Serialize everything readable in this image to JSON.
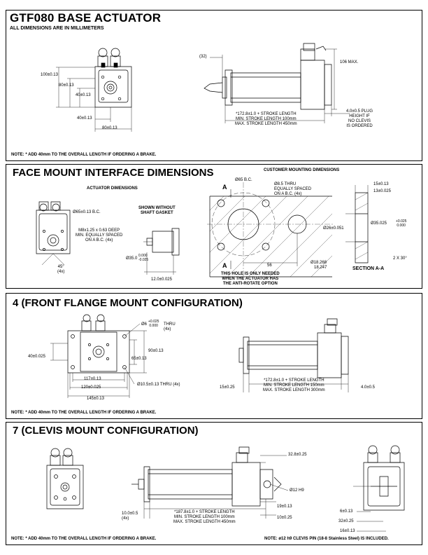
{
  "title": "GTF080 BASE ACTUATOR",
  "subtitle": "ALL DIMENSIONS ARE IN MILLIMETERS",
  "base": {
    "dim_100": "100±0.13",
    "dim_80_v": "80±0.13",
    "dim_40_v": "40±0.13",
    "dim_40_h": "40±0.13",
    "dim_80_h": "80±0.13",
    "dim_32": "(32)",
    "dim_106": "106 MAX.",
    "stroke_text": "*172.8±1.0 + STROKE LENGTH\nMIN. STROKE LENGTH 100mm\nMAX. STROKE LENGTH 450mm",
    "plug_text": "4.0±0.5 PLUG\nHEIGHT IF\nNO CLEVIS\nIS ORDERED",
    "note": "NOTE: * ADD 40mm TO THE OVERALL LENGTH IF ORDERING A BRAKE."
  },
  "face": {
    "title": "FACE MOUNT INTERFACE DIMENSIONS",
    "actuator_dims_label": "ACTUATOR DIMENSIONS",
    "customer_dims_label": "CUSTOMER MOUNTING DIMENSIONS",
    "bc65": "Ø65±0.13 B.C.",
    "m8": "M8x1.25 x 0.63 DEEP\nMIN. EQUALLY SPACED\nON A B.C. (4x)",
    "angle": "45°\n(4x)",
    "shown_without": "SHOWN WITHOUT\nSHAFT GASKET",
    "dia35": "Ø35.0",
    "dia35_tol": "0.000\n-0.025",
    "dim12": "12.0±0.025",
    "bc65_customer": "Ø65 B.C.",
    "thru": "Ø8.5 THRU\nEQUALLY SPACED\nON A B.C. (4x)",
    "section_a_1": "A",
    "section_a_2": "A",
    "dim56": "56",
    "dia18": "Ø18.268\n   18.247",
    "hole_note": "THIS HOLE IS ONLY NEEDED\nWHEN THE ACTUATOR HAS\nTHE ANTI-ROTATE OPTION",
    "dim15": "15±0.13",
    "dim13": "13±0.025",
    "dia26": "Ø26±0.051",
    "dia35b": "Ø35.025",
    "dia35b_tol": "+0.025\n 0.000",
    "chamfer": "2 X 30°",
    "section_label": "SECTION A-A"
  },
  "flange": {
    "title": "4 (FRONT FLANGE MOUNT CONFIGURATION)",
    "dia6": "Ø6",
    "dia6_tol": "+0.025\n 0.000",
    "dia6_thru": "THRU\n(4x)",
    "dim90": "90±0.13",
    "dim65": "65±0.13",
    "dim40": "40±0.025",
    "dim117": "117±0.13",
    "dim120": "120±0.025",
    "dim145": "145±0.13",
    "dia105": "Ø10.5±0.13 THRU (4x)",
    "stroke_text": "*172.8±1.0 + STROKE LENGTH\nMIN. STROKE LENGTH 150mm\nMAX. STROKE LENGTH 300mm",
    "dim15": "15±0.25",
    "dim4": "4.0±0.5",
    "note": "NOTE: * ADD 40mm TO THE OVERALL LENGTH IF ORDERING A BRAKE."
  },
  "clevis": {
    "title": "7 (CLEVIS MOUNT CONFIGURATION)",
    "dim328": "32.8±0.25",
    "dia12": "Ø12 H9",
    "dim10": "10.0±0.5\n(4x)",
    "stroke_text": "*187.8±1.0 + STROKE LENGTH\nMIN. STROKE LENGTH 100mm\nMAX. STROKE LENGTH 450mm",
    "dim19": "19±0.13",
    "dim10b": "10±0.25",
    "dim6": "6±0.13",
    "dim32": "32±0.25",
    "dim16": "16±0.13",
    "note_left": "NOTE: * ADD 40mm TO THE OVERALL LENGTH IF ORDERING A BRAKE.",
    "note_right": "NOTE: ø12 h9 CLEVIS PIN (18-8 Stainless Steel) IS INCLUDED."
  }
}
